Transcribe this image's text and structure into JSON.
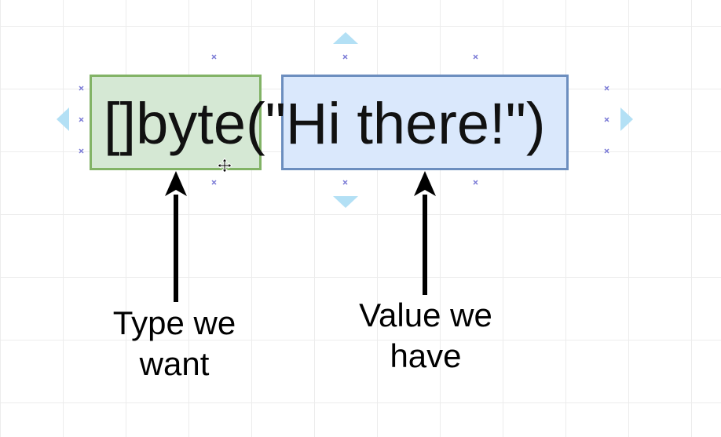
{
  "diagram": {
    "expression": {
      "type_part": "[]byte",
      "open_paren": "(",
      "value_part": "\"Hi there!\"",
      "close_paren": ")"
    },
    "captions": {
      "type": {
        "line1": "Type we",
        "line2": "want"
      },
      "value": {
        "line1": "Value we",
        "line2": "have"
      }
    },
    "colors": {
      "type_fill": "#d5e8d4",
      "type_border": "#82b366",
      "value_fill": "#dae8fc",
      "value_border": "#6c8ebf",
      "handle": "#7b7bd6",
      "hover_arrow": "#b3e0f5"
    }
  }
}
